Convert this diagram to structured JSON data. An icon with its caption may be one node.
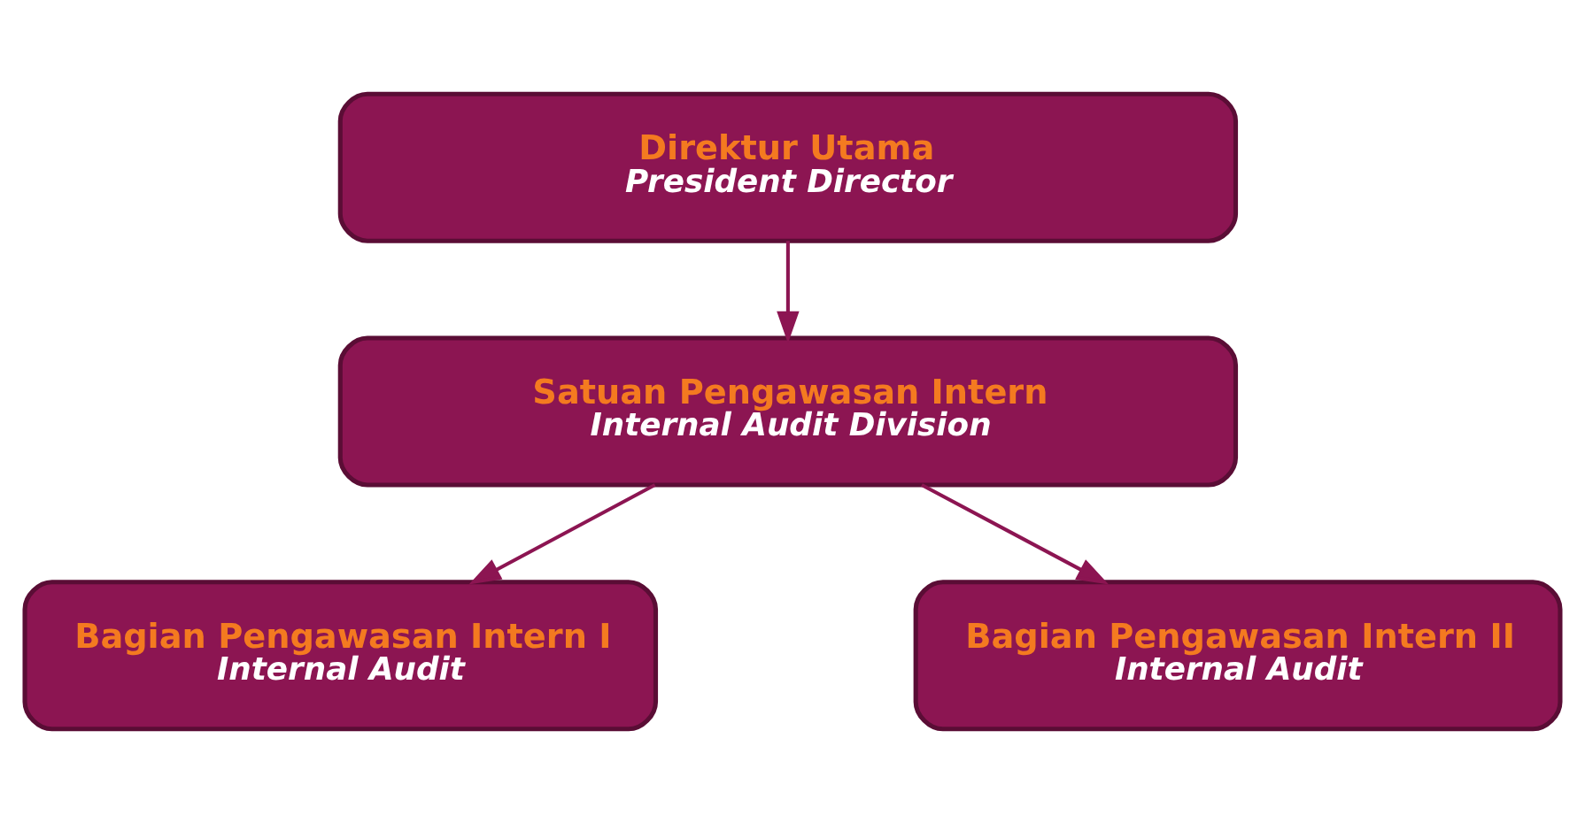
{
  "diagram": {
    "nodes": [
      {
        "text": [
          "Direktur Utama",
          "President Director"
        ]
      },
      {
        "text": [
          "Satuan Pengawasan Intern",
          "Internal Audit Division"
        ]
      },
      {
        "text": [
          "Bagian Pengawasan Intern I",
          "Internal Audit"
        ]
      },
      {
        "text": [
          "Bagian Pengawasan Intern II",
          "Internal Audit"
        ]
      }
    ],
    "edges": [
      {
        "from": 0,
        "to": 1,
        "arrow": "to"
      },
      {
        "from": 1,
        "to": 2,
        "arrow": "to"
      },
      {
        "from": 1,
        "to": 3,
        "arrow": "to"
      }
    ]
  }
}
